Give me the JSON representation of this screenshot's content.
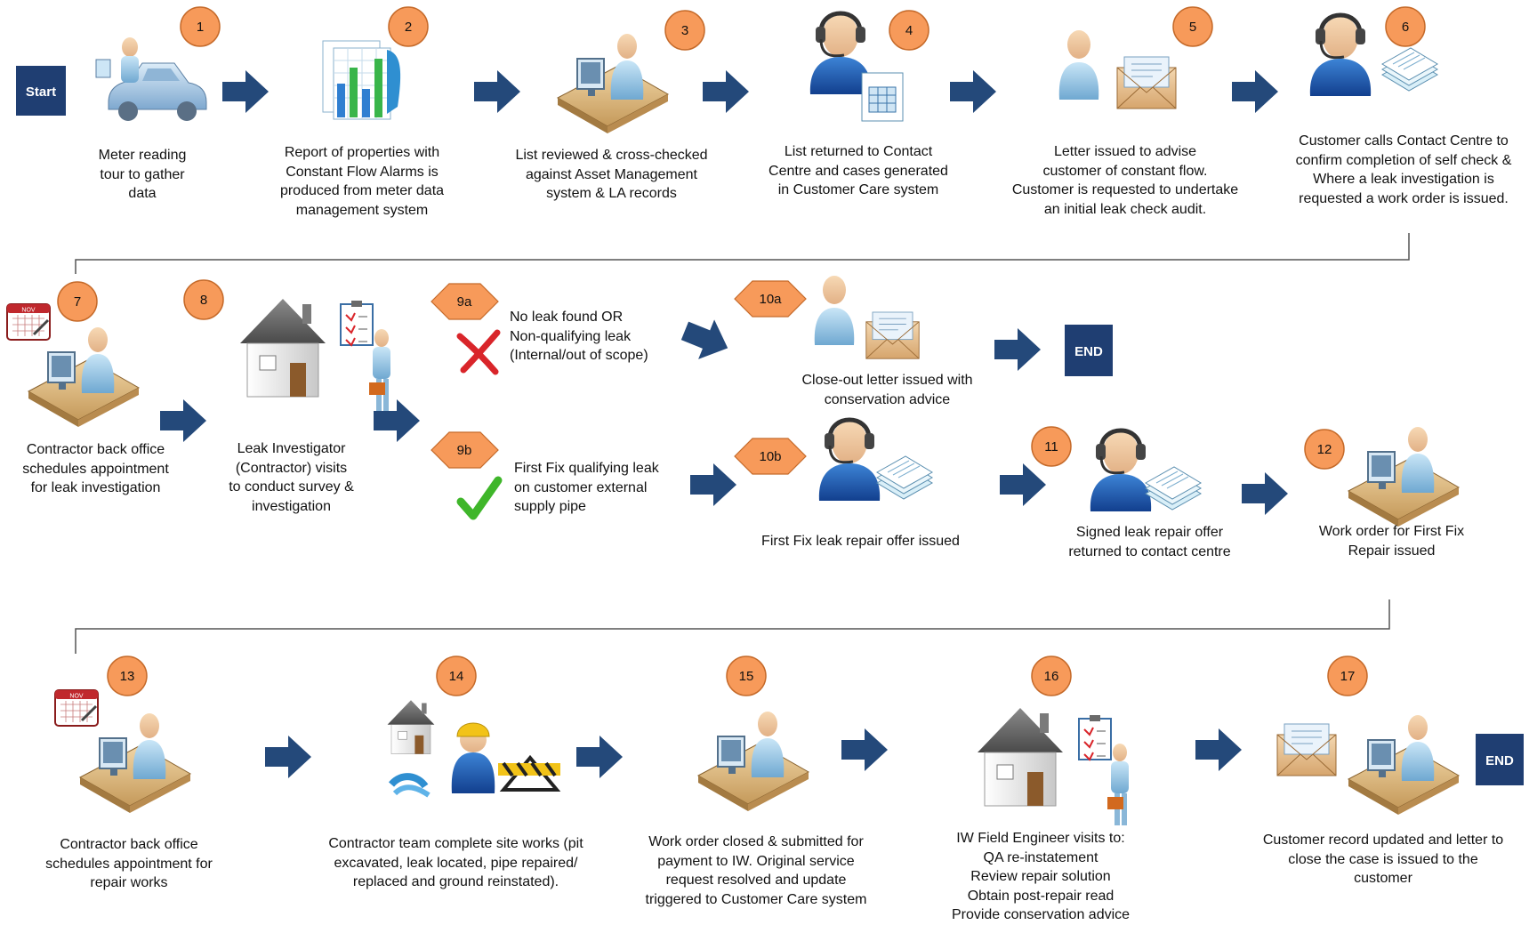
{
  "colors": {
    "badge_fill": "#f79a5a",
    "badge_stroke": "#c56a2a",
    "arrow": "#24497a",
    "terminal_box": "#1f3e72",
    "connector": "#555555",
    "cross": "#d9252a",
    "check": "#3fb62a"
  },
  "terminals": {
    "start": "Start",
    "end_top": "END",
    "end_bottom": "END"
  },
  "steps": [
    {
      "id": "1",
      "label": "Meter reading\ntour to gather\ndata",
      "icon": "car-meter-reader-icon"
    },
    {
      "id": "2",
      "label": "Report of properties with\nConstant Flow Alarms is\nproduced from meter data\nmanagement system",
      "icon": "bar-chart-report-icon"
    },
    {
      "id": "3",
      "label": "List reviewed & cross-checked\nagainst Asset Management\nsystem & LA records",
      "icon": "person-at-desk-icon"
    },
    {
      "id": "4",
      "label": "List returned to Contact\nCentre and cases generated\nin Customer Care system",
      "icon": "headset-agent-spreadsheet-icon"
    },
    {
      "id": "5",
      "label": "Letter issued to advise\ncustomer of  constant flow.\nCustomer is requested to undertake\nan initial leak check audit.",
      "icon": "person-envelope-icon"
    },
    {
      "id": "6",
      "label": "Customer calls Contact Centre to\nconfirm completion of self check &\nWhere a leak investigation is\nrequested a work order is issued.",
      "icon": "headset-agent-documents-icon"
    },
    {
      "id": "7",
      "label": "Contractor back office\nschedules appointment\nfor leak investigation",
      "icon": "calendar-office-worker-icon"
    },
    {
      "id": "8",
      "label": "Leak Investigator\n(Contractor) visits\nto conduct survey &\ninvestigation",
      "icon": "house-inspector-icon"
    },
    {
      "id": "9a",
      "label": "No leak found OR\nNon-qualifying leak\n(Internal/out of scope)",
      "icon": "red-cross-icon"
    },
    {
      "id": "9b",
      "label": "First Fix qualifying leak\non customer external\nsupply pipe",
      "icon": "green-check-icon"
    },
    {
      "id": "10a",
      "label": "Close-out letter issued with\nconservation advice",
      "icon": "person-envelope-icon"
    },
    {
      "id": "10b",
      "label": "First Fix leak repair offer issued",
      "icon": "headset-agent-documents-icon"
    },
    {
      "id": "11",
      "label": "Signed leak repair offer\nreturned to contact centre",
      "icon": "headset-agent-documents-icon"
    },
    {
      "id": "12",
      "label": "Work order for First Fix\nRepair issued",
      "icon": "office-worker-icon"
    },
    {
      "id": "13",
      "label": "Contractor back office\nschedules appointment for\nrepair works",
      "icon": "calendar-office-worker-icon"
    },
    {
      "id": "14",
      "label": "Contractor team complete site works (pit\nexcavated, leak located, pipe repaired/\nreplaced and ground reinstated).",
      "icon": "construction-worker-icon"
    },
    {
      "id": "15",
      "label": "Work order closed & submitted for\npayment to IW. Original service\nrequest resolved and update\ntriggered to Customer Care system",
      "icon": "office-worker-icon"
    },
    {
      "id": "16",
      "label": "IW Field Engineer visits to:\nQA re-instatement\nReview repair solution\nObtain post-repair read\nProvide conservation advice",
      "icon": "house-inspector-icon"
    },
    {
      "id": "17",
      "label": "Customer record updated and letter to\nclose the case is issued to the\ncustomer",
      "icon": "envelope-office-worker-icon"
    }
  ]
}
